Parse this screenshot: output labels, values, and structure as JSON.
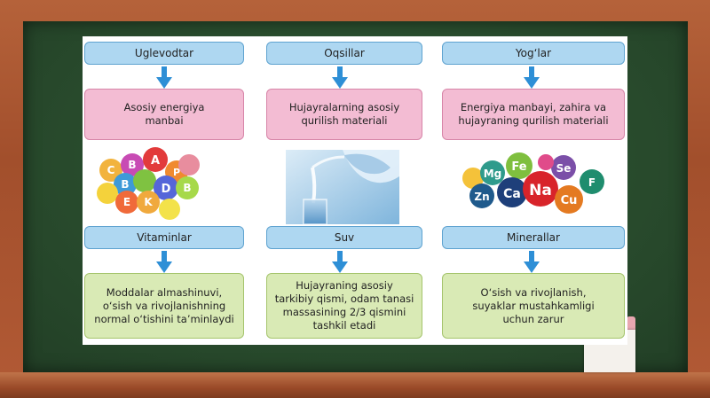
{
  "columns": [
    {
      "top": {
        "title": "Uglevodtar",
        "desc": [
          "Asosiy energiya",
          "manbai"
        ]
      },
      "bottom": {
        "title": "Vitaminlar",
        "desc": [
          "Moddalar almashinuvi,",
          "o‘sish va rivojlanishning",
          "normal o‘tishini ta’minlaydi"
        ]
      }
    },
    {
      "top": {
        "title": "Oqsillar",
        "desc": [
          "Hujayralarning asosiy",
          "qurilish materiali"
        ]
      },
      "bottom": {
        "title": "Suv",
        "desc": [
          "Hujayraning asosiy",
          "tarkibiy qismi, odam tanasi",
          "massasining 2/3 qismini",
          "tashkil etadi"
        ]
      }
    },
    {
      "top": {
        "title": "Yog‘lar",
        "desc": [
          "Energiya manbayi, zahira va",
          "hujayraning qurilish materiali"
        ]
      },
      "bottom": {
        "title": "Minerallar",
        "desc": [
          "O‘sish va rivojlanish,",
          "suyaklar mustahkamligi",
          "uchun zarur"
        ]
      }
    }
  ],
  "vitamin_labels": [
    "B",
    "A",
    "C",
    "B",
    "E",
    "K",
    "D",
    "B",
    "P"
  ],
  "mineral_labels": [
    "Mg",
    "Fe",
    "Se",
    "Zn",
    "Ca",
    "Na",
    "Cu",
    "F"
  ],
  "colors": {
    "title_fill": "#aed7f1",
    "top_desc_fill": "#f3bcd3",
    "bottom_desc_fill": "#d9eab5",
    "arrow": "#2e8fd6",
    "chalkboard": "#2a4d2e"
  },
  "icons": {
    "arrow": "arrow-down-icon",
    "water": "water-pouring-image",
    "vitamins": "vitamin-balls-image",
    "minerals": "mineral-balls-image"
  }
}
